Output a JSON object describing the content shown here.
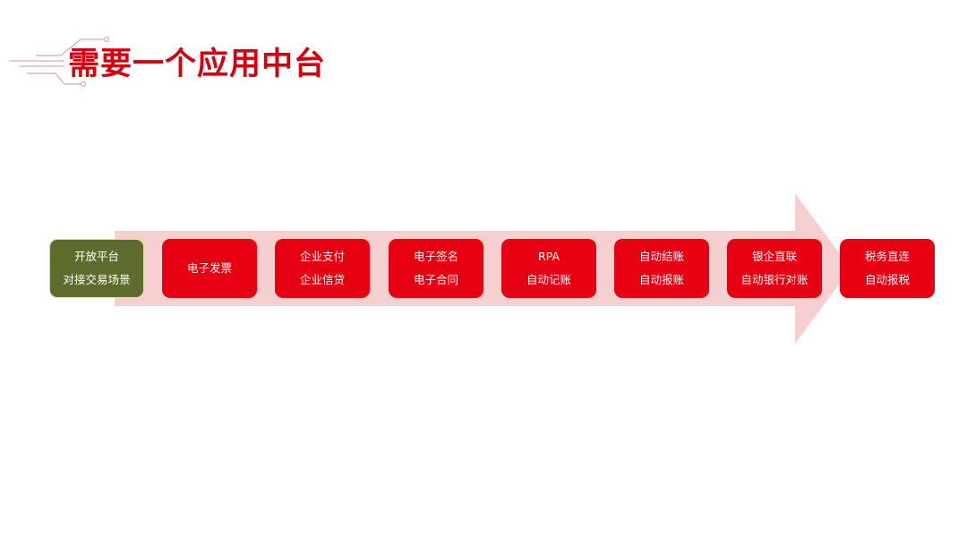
{
  "title": "需要一个应用中台",
  "colors": {
    "accent": "#e60012",
    "title": "#d6000f",
    "arrow": "#f6cfd0",
    "first_box": "#5d6b2c"
  },
  "flow": [
    {
      "lines": [
        "开放平台",
        "对接交易场景"
      ]
    },
    {
      "lines": [
        "电子发票"
      ]
    },
    {
      "lines": [
        "企业支付",
        "企业信贷"
      ]
    },
    {
      "lines": [
        "电子签名",
        "电子合同"
      ]
    },
    {
      "lines": [
        "RPA",
        "自动记账"
      ]
    },
    {
      "lines": [
        "自动结账",
        "自动报账"
      ]
    },
    {
      "lines": [
        "银企直联",
        "自动银行对账"
      ]
    },
    {
      "lines": [
        "税务直连",
        "自动报税"
      ]
    }
  ]
}
